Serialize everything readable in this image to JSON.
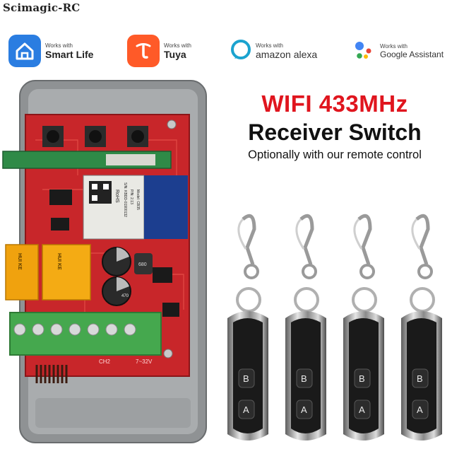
{
  "brand": "Scimagic-RC",
  "badges": {
    "smart_life": {
      "small": "Works with",
      "big": "Smart Life",
      "icon": "smart-life-house-icon",
      "color": "#2a7de1"
    },
    "tuya": {
      "small": "Works with",
      "big": "Tuya",
      "icon": "tuya-t-icon",
      "color": "#ff5a28"
    },
    "alexa": {
      "small": "Works with",
      "big": "amazon alexa",
      "icon": "alexa-ring-icon",
      "color": "#1ba3cf"
    },
    "google": {
      "small": "Works with",
      "big": "Google Assistant",
      "icon": "google-assistant-dots-icon"
    }
  },
  "headline": {
    "line1": "WIFI 433MHz",
    "line2": "Receiver Switch",
    "line3": "Optionally with our remote control"
  },
  "pcb_labels": {
    "rohs": "RoHS",
    "sn": "S/N: KBDD-01900132",
    "pn": "P/N: 2.13",
    "model": "Model: CB35",
    "ch2": "CH2",
    "voltage": "7~32V",
    "relay1": "HUI KE",
    "relay2": "HUI KE",
    "cap1": "680",
    "cap2": "470"
  },
  "remote_buttons": {
    "top": "B",
    "bottom": "A"
  },
  "remote_count": 4
}
